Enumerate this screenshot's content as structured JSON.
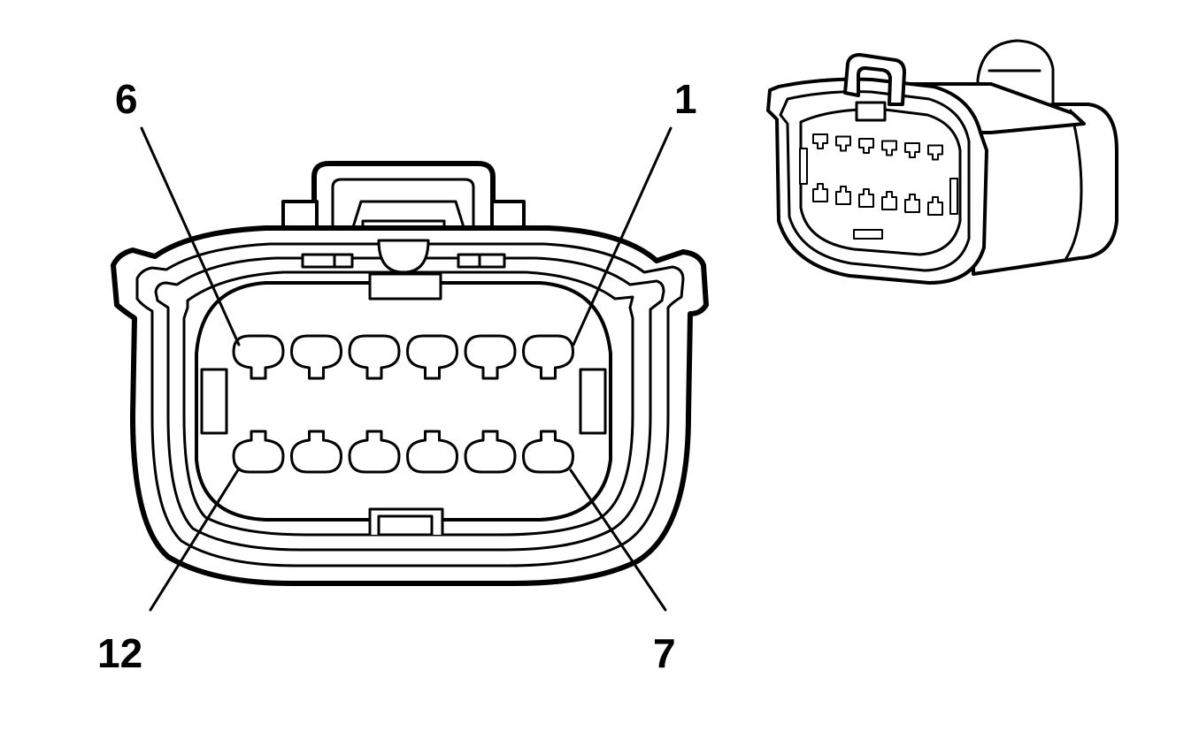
{
  "diagram": {
    "labels": {
      "pin_6": "6",
      "pin_1": "1",
      "pin_12": "12",
      "pin_7": "7"
    },
    "colors": {
      "line": "#000000",
      "background": "#ffffff"
    },
    "connector": {
      "cavity_count": 12,
      "rows": 2,
      "cavities_per_row": 6
    }
  }
}
